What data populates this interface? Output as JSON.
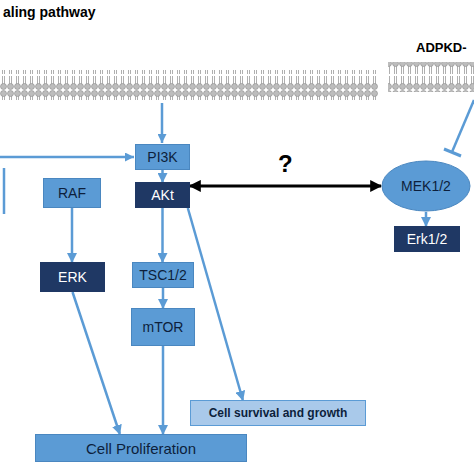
{
  "diagram": {
    "nodes": [
      {
        "text": [
          "PI3K"
        ]
      },
      {
        "text": [
          "RAF"
        ]
      },
      {
        "text": [
          "AKt"
        ]
      },
      {
        "text": [
          "MEK1/2"
        ]
      },
      {
        "text": [
          "Erk1/2"
        ]
      },
      {
        "text": [
          "ERK"
        ]
      },
      {
        "text": [
          "TSC1/2"
        ]
      },
      {
        "text": [
          "mTOR"
        ]
      },
      {
        "text": [
          "Cell survival and growth"
        ]
      },
      {
        "text": [
          "Cell Proliferation"
        ]
      }
    ],
    "edges": [
      {
        "from": 0,
        "to": 2,
        "arrow": "to"
      },
      {
        "from": 1,
        "to": 5,
        "arrow": "to"
      },
      {
        "from": 2,
        "to": 6,
        "arrow": "to"
      },
      {
        "from": 6,
        "to": 7,
        "arrow": "to"
      },
      {
        "from": 7,
        "to": 9,
        "arrow": "to"
      },
      {
        "from": 2,
        "to": 8,
        "arrow": "to"
      },
      {
        "from": 5,
        "to": 9,
        "arrow": "to"
      },
      {
        "from": 3,
        "to": 4,
        "arrow": "to"
      },
      {
        "from": 2,
        "to": 3,
        "label": "?",
        "arrow": "both"
      }
    ],
    "labels": [
      "aling pathway",
      "ADPKD-"
    ]
  }
}
